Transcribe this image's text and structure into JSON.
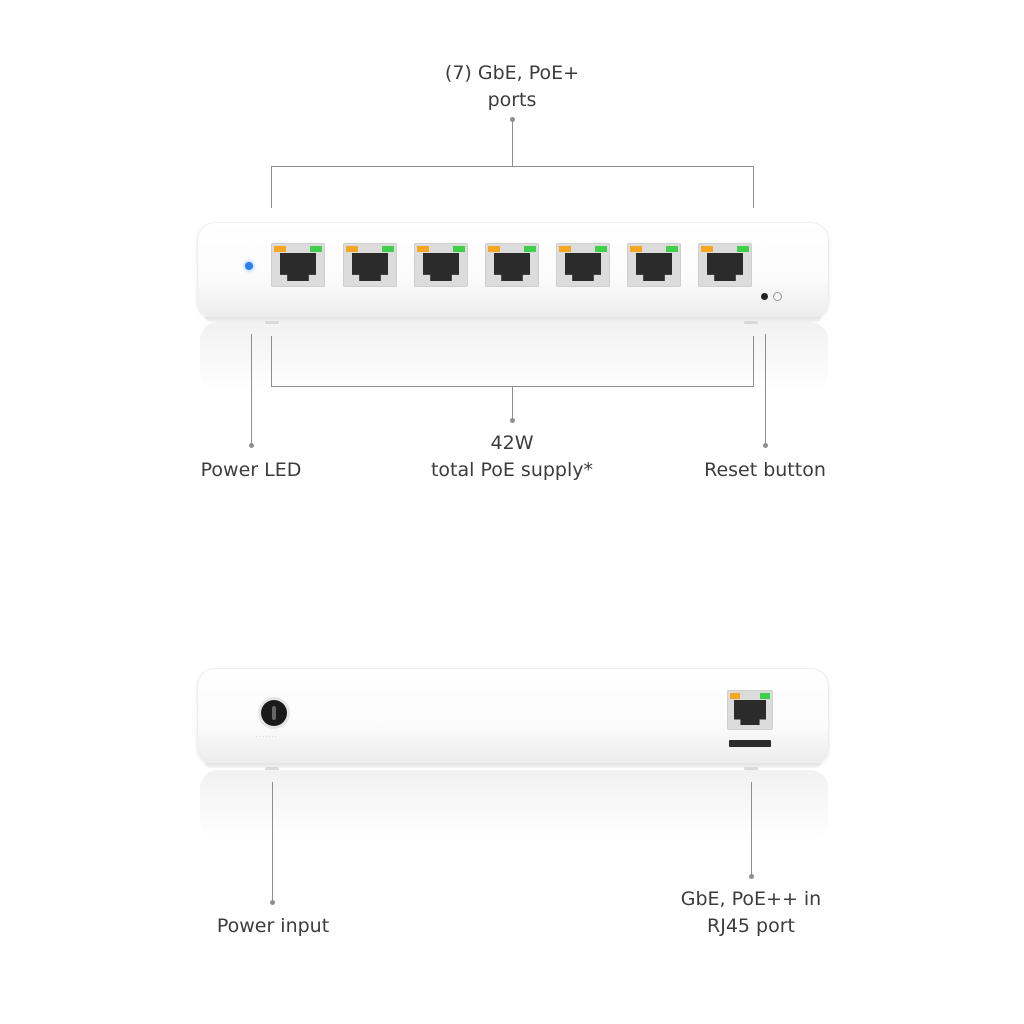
{
  "labels": {
    "gbe_poe_ports_line1": "(7) GbE, PoE+",
    "gbe_poe_ports_line2": "ports",
    "power_led": "Power LED",
    "poe_supply_line1": "42W",
    "poe_supply_line2": "total PoE supply*",
    "reset_button": "Reset button",
    "power_input": "Power input",
    "uplink_line1": "GbE, PoE++ in",
    "uplink_line2": "RJ45 port"
  },
  "colors": {
    "power_led": "#2f7fe8",
    "port_led_amber": "#f5a623",
    "port_led_green": "#3fcf4a",
    "callout_line": "#8e8e8e"
  }
}
